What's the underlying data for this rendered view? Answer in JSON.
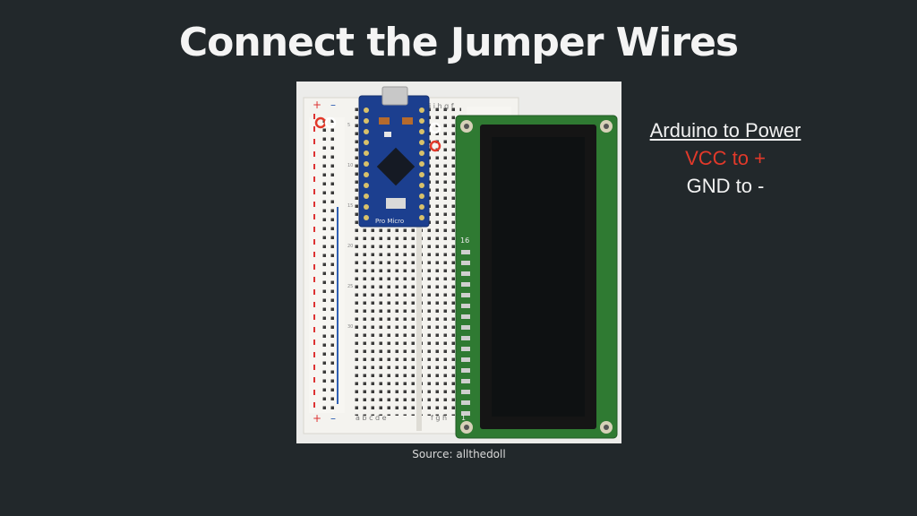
{
  "slide": {
    "title": "Connect the Jumper Wires",
    "caption": "Source: allthedoll"
  },
  "notes": {
    "heading": "Arduino to Power",
    "vcc_line": "VCC to +",
    "gnd_line": "GND to -"
  },
  "photo": {
    "rail_plus": "+",
    "rail_minus": "–",
    "board_label": "Pro Micro",
    "row_columns_top": "j i h g f",
    "row_columns_bottom_left": "a b c d e",
    "row_columns_bottom_right": "f g h",
    "lcd_pin_16": "16",
    "lcd_pin_1": "1"
  },
  "colors": {
    "background": "#22282b",
    "vcc": "#e2392a",
    "text": "#f2f2f2",
    "pcb_blue": "#1c3f8f",
    "lcd_green": "#2f7a32"
  }
}
